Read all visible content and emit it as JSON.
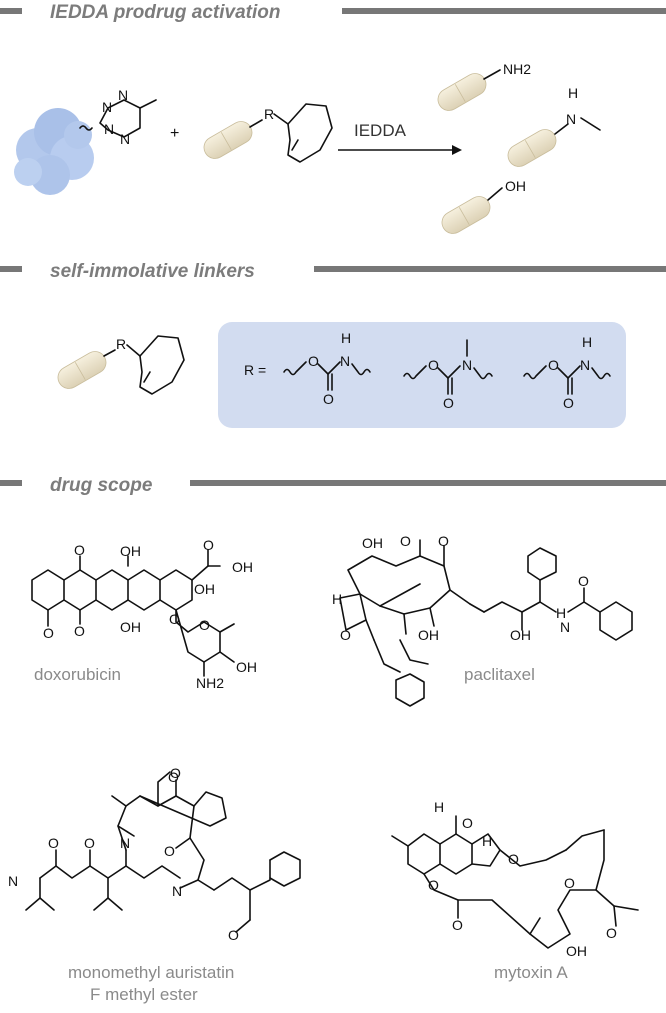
{
  "sections": {
    "activation_title": "IEDDA prodrug activation",
    "linkers_title": "self-immolative linkers",
    "scope_title": "drug scope"
  },
  "reaction": {
    "plus": "+",
    "arrow_label": "IEDDA",
    "r_label": "R",
    "nh2_label": "NH2",
    "nh_label": "N",
    "h_label": "H",
    "oh_label": "OH"
  },
  "linkers": {
    "r_label": "R",
    "r_equals": "R =",
    "atom_o": "O",
    "atom_n": "N",
    "atom_h": "H"
  },
  "drugs": [
    {
      "name": "doxorubicin"
    },
    {
      "name": "paclitaxel"
    },
    {
      "name": "monomethyl auristatin",
      "name2": "F methyl ester"
    },
    {
      "name": "mytoxin A"
    }
  ],
  "colors": {
    "rule": "#777777",
    "header_text": "#7c7c7c",
    "caption_text": "#8a8a8a",
    "pill_fill": "#ede4ce",
    "protein_fill": "#b3c8ec",
    "linker_box": "#d2dcf0"
  },
  "icons": [
    "protein-blob-icon",
    "drug-pill-icon",
    "reaction-arrow-icon"
  ]
}
